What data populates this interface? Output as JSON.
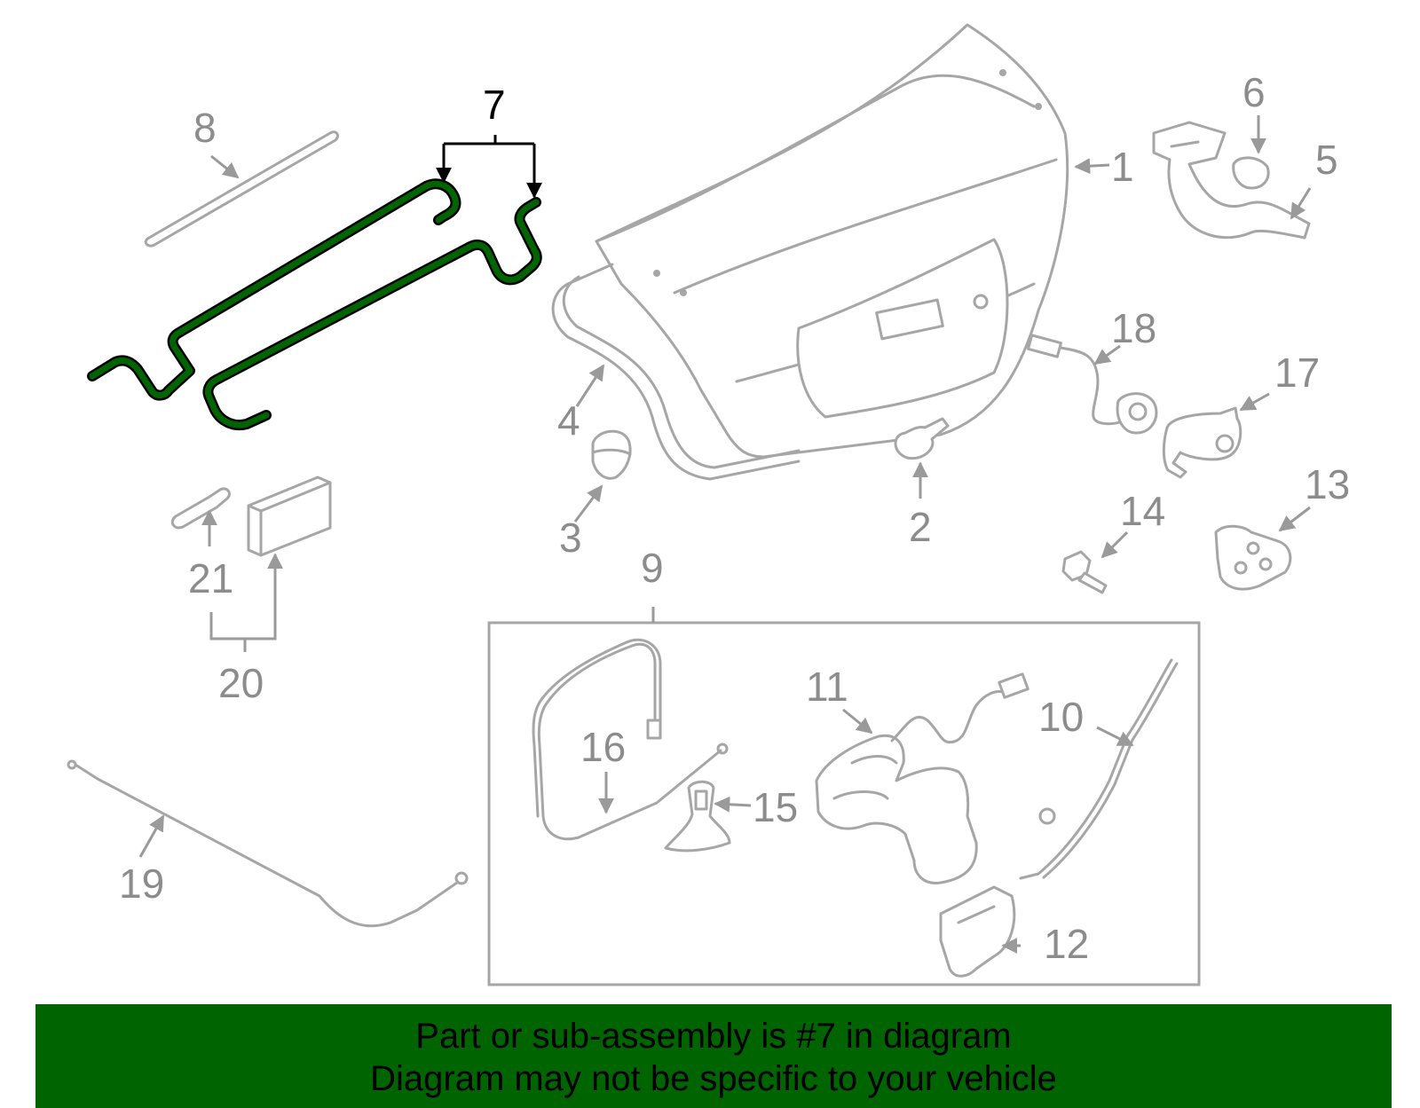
{
  "diagram": {
    "highlight_color": "#006400",
    "highlighted_part": "7",
    "callouts": {
      "c1": "1",
      "c2": "2",
      "c3": "3",
      "c4": "4",
      "c5": "5",
      "c6": "6",
      "c7": "7",
      "c8": "8",
      "c9": "9",
      "c10": "10",
      "c11": "11",
      "c12": "12",
      "c13": "13",
      "c14": "14",
      "c15": "15",
      "c16": "16",
      "c17": "17",
      "c18": "18",
      "c19": "19",
      "c20": "20",
      "c21": "21"
    }
  },
  "banner": {
    "line1": "Part or sub-assembly is #7 in diagram",
    "line2": "Diagram may not be specific to your vehicle",
    "background": "#006400"
  }
}
